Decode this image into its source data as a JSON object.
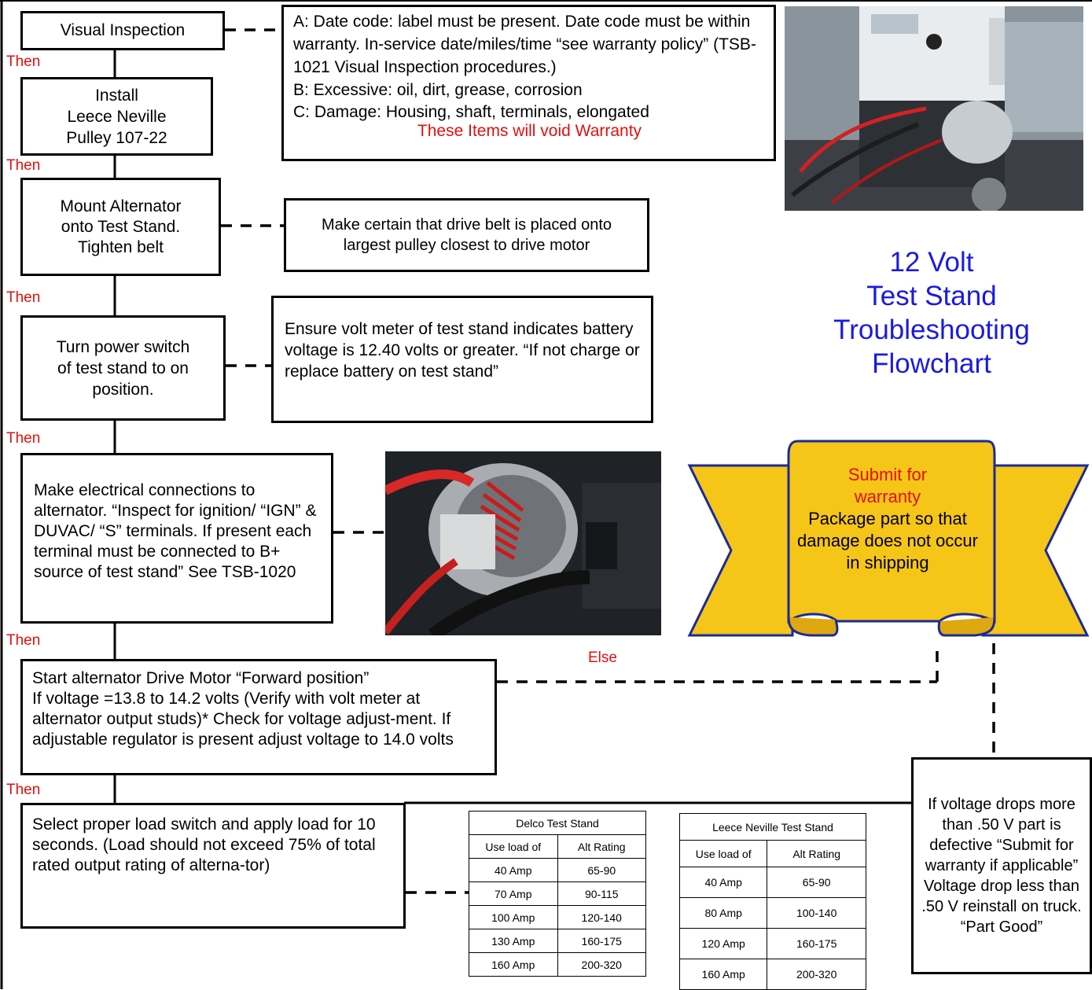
{
  "title": "12 Volt\nTest Stand\nTroubleshooting\nFlowchart",
  "steps": {
    "visual_inspection": "Visual Inspection",
    "install_pulley": "Install\nLeece Neville\nPulley 107-22",
    "mount": "Mount Alternator\nonto Test Stand.\nTighten belt",
    "power": "Turn power switch\nof test stand to on\nposition.",
    "connections": "Make electrical connections to alternator. “Inspect for ignition/ “IGN” & DUVAC/ “S” terminals. If present each terminal must be connected to B+ source of test stand” See TSB-1020",
    "drive_motor": "Start alternator Drive Motor “Forward position”\nIf voltage =13.8 to 14.2 volts (Verify with volt meter at alternator output studs)* Check for voltage adjust-ment. If adjustable regulator is present adjust voltage to 14.0 volts",
    "load": "Select proper load switch and apply load for 10 seconds. (Load should not exceed 75% of total rated output rating of alterna-tor)"
  },
  "notes": {
    "inspection_a": "A: Date code: label must be present. Date code must be within warranty. In-service date/miles/time “see warranty policy” (TSB-1021 Visual Inspection procedures.)",
    "inspection_b": "B: Excessive: oil, dirt, grease, corrosion",
    "inspection_c": "C: Damage: Housing, shaft, terminals, elongated",
    "inspection_void": "These Items will void  Warranty",
    "belt": "Make certain that drive belt is placed onto largest pulley closest to drive motor",
    "battery": "Ensure volt meter of test stand indicates battery voltage is 12.40 volts or greater. “If not charge or replace battery on test stand”",
    "voltage_drop": "If voltage drops more than .50 V part is defective “Submit for warranty if applicable” Voltage drop less than .50 V reinstall on truck. “Part Good”"
  },
  "banner": {
    "headline": "Submit for\nwarranty",
    "body": "Package part so that damage does not occur in shipping"
  },
  "labels": {
    "then": "Then",
    "else": "Else"
  },
  "delco_table": {
    "title": "Delco Test Stand",
    "headers": [
      "Use load of",
      "Alt Rating"
    ],
    "rows": [
      [
        "40 Amp",
        "65-90"
      ],
      [
        "70 Amp",
        "90-115"
      ],
      [
        "100 Amp",
        "120-140"
      ],
      [
        "130 Amp",
        "160-175"
      ],
      [
        "160 Amp",
        "200-320"
      ]
    ]
  },
  "leece_table": {
    "title": "Leece Neville Test Stand",
    "headers": [
      "Use load of",
      "Alt Rating"
    ],
    "rows": [
      [
        "40 Amp",
        "65-90"
      ],
      [
        "80 Amp",
        "100-140"
      ],
      [
        "120 Amp",
        "160-175"
      ],
      [
        "160 Amp",
        "200-320"
      ]
    ]
  },
  "colors": {
    "title": "#1a1ae0",
    "then_label": "#e01010",
    "banner_fill": "#f5c518",
    "banner_border": "#1a2a9a"
  }
}
